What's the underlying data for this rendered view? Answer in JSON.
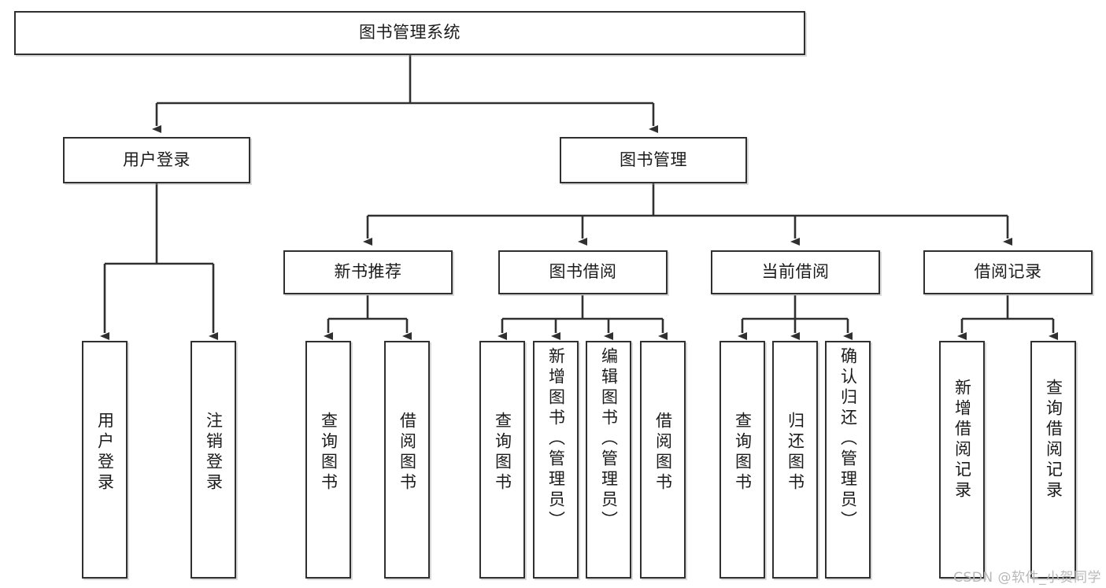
{
  "diagram": {
    "type": "hierarchy-tree",
    "title": "图书管理系统",
    "background_color": "#ffffff",
    "node_border_color": "#303030",
    "node_fill_color": "#ffffff",
    "edge_color": "#303030",
    "levels": 4,
    "nodes": {
      "root": {
        "label": "图书管理系统"
      },
      "level2": [
        {
          "id": "user-login",
          "label": "用户登录"
        },
        {
          "id": "book-manage",
          "label": "图书管理"
        }
      ],
      "level3": [
        {
          "id": "new-book-recommend",
          "label": "新书推荐"
        },
        {
          "id": "book-borrow",
          "label": "图书借阅"
        },
        {
          "id": "current-borrow",
          "label": "当前借阅"
        },
        {
          "id": "borrow-record",
          "label": "借阅记录"
        }
      ],
      "leaves": {
        "user-login": [
          {
            "id": "leaf-user-login",
            "label": "用户登录"
          },
          {
            "id": "leaf-logout",
            "label": "注销登录"
          }
        ],
        "new-book-recommend": [
          {
            "id": "leaf-query-book-1",
            "label": "查询图书"
          },
          {
            "id": "leaf-borrow-book-1",
            "label": "借阅图书"
          }
        ],
        "book-borrow": [
          {
            "id": "leaf-query-book-2",
            "label": "查询图书"
          },
          {
            "id": "leaf-add-book",
            "label": "新增图书（管理员）"
          },
          {
            "id": "leaf-edit-book",
            "label": "编辑图书（管理员）"
          },
          {
            "id": "leaf-borrow-book-2",
            "label": "借阅图书"
          }
        ],
        "current-borrow": [
          {
            "id": "leaf-query-book-3",
            "label": "查询图书"
          },
          {
            "id": "leaf-return-book",
            "label": "归还图书"
          },
          {
            "id": "leaf-confirm-return",
            "label": "确认归还（管理员）"
          }
        ],
        "borrow-record": [
          {
            "id": "leaf-add-record",
            "label": "新增借阅记录"
          },
          {
            "id": "leaf-query-record",
            "label": "查询借阅记录"
          }
        ]
      }
    }
  },
  "watermark": {
    "text": "CSDN @软件_小贺同学",
    "color": "#b8b8b8"
  }
}
